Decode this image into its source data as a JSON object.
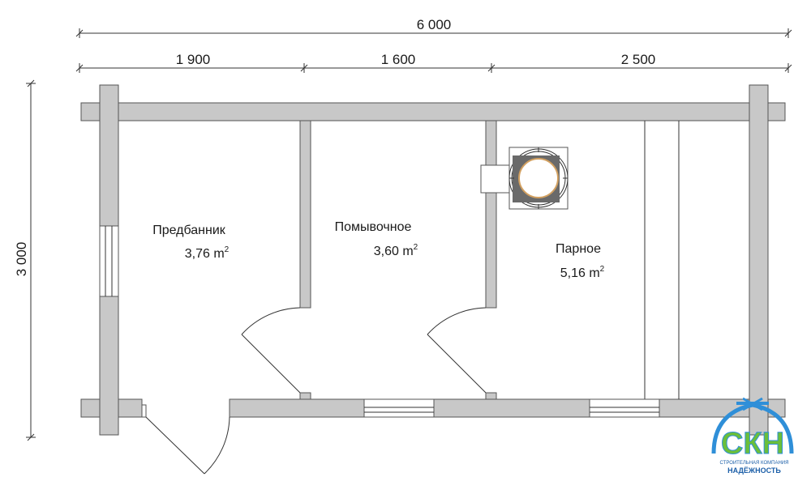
{
  "dimensions": {
    "overall_width": "6 000",
    "segment_1": "1 900",
    "segment_2": "1 600",
    "segment_3": "2 500",
    "overall_depth": "3 000"
  },
  "rooms": [
    {
      "name": "Предбанник",
      "area": "3,76 m",
      "area_unit_exp": "2"
    },
    {
      "name": "Помывочное",
      "area": "3,60 m",
      "area_unit_exp": "2"
    },
    {
      "name": "Парное",
      "area": "5,16 m",
      "area_unit_exp": "2"
    }
  ],
  "logo": {
    "letters": "СКН",
    "line1": "СТРОИТЕЛЬНАЯ КОМПАНИЯ",
    "line2": "НАДЁЖНОСТЬ",
    "colors": {
      "blue": "#2f8fd8",
      "green": "#6bbf3a",
      "dark_blue": "#1c5fa8"
    }
  },
  "colors": {
    "wall_fill": "#c8c8c8",
    "wall_stroke": "#555555",
    "line": "#333333",
    "stove_dark": "#666666"
  }
}
